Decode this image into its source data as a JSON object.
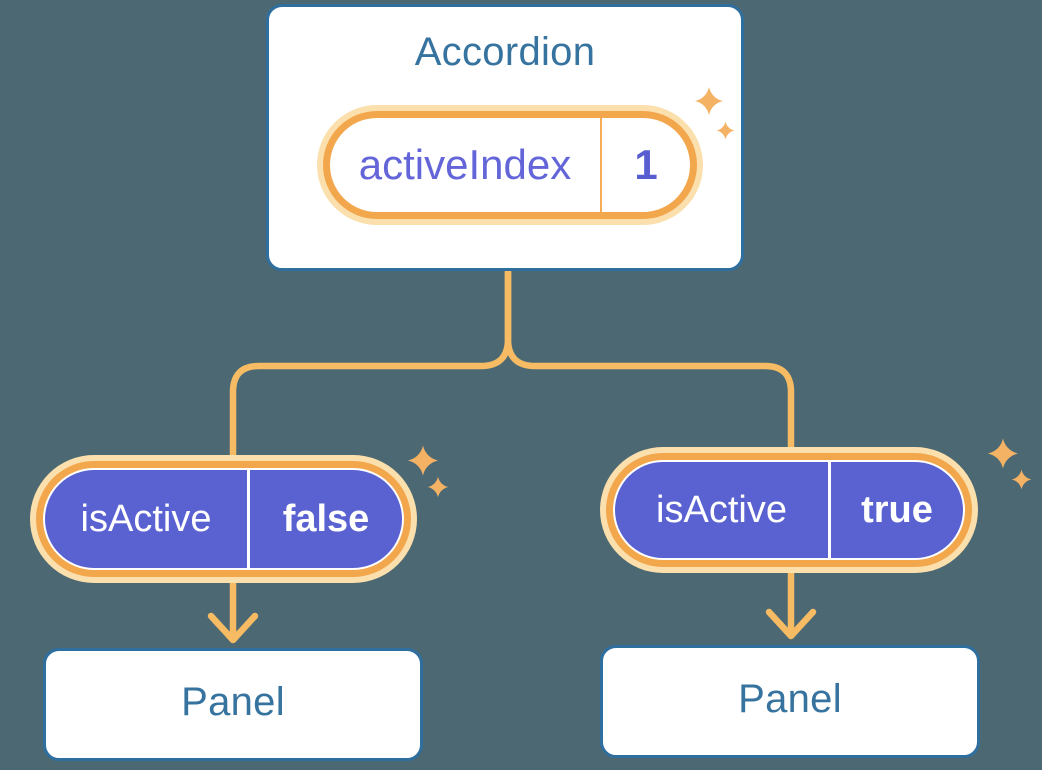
{
  "background_color": "#4C6973",
  "colors": {
    "card_border": "#2E6F9F",
    "card_text": "#36739F",
    "pill_ring_orange": "#F3A74D",
    "pill_glow_cream": "#FBDFAD",
    "connector_line": "#F7BB64",
    "sparkle": "#F4B264",
    "prop_pill_fill": "#5A62D2",
    "prop_pill_text": "#FFFFFF",
    "state_pill_text": "#6365D9"
  },
  "accordion": {
    "title": "Accordion",
    "state": {
      "label": "activeIndex",
      "value": "1"
    }
  },
  "children": [
    {
      "prop": {
        "label": "isActive",
        "value": "false"
      },
      "panel": {
        "title": "Panel"
      }
    },
    {
      "prop": {
        "label": "isActive",
        "value": "true"
      },
      "panel": {
        "title": "Panel"
      }
    }
  ],
  "icons": {
    "sparkle": "four-point-star-twinkle",
    "arrow": "chevron-down-arrow",
    "divider": "vertical-divider"
  }
}
